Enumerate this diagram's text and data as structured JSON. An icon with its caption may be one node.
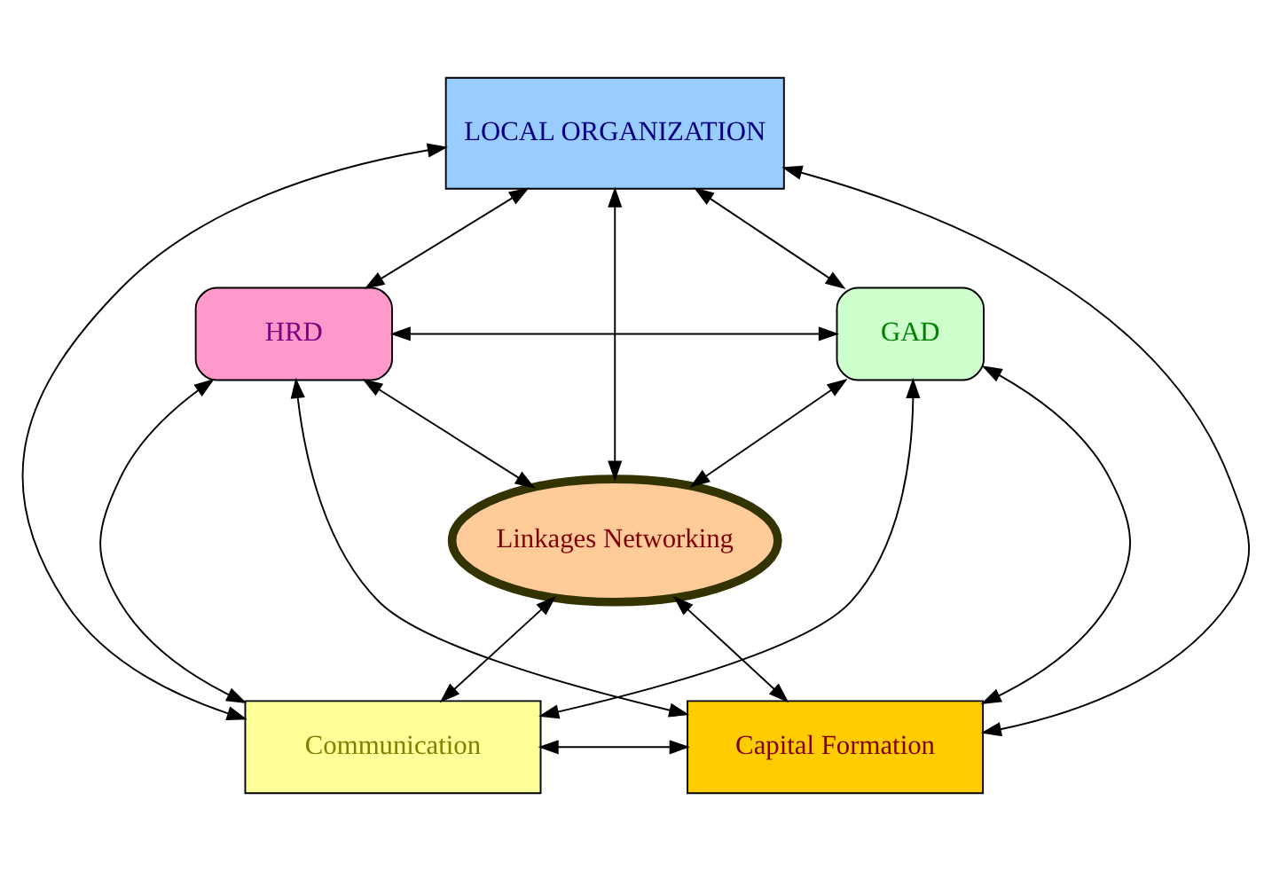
{
  "diagram": {
    "nodes": [
      {
        "text": [
          "LOCAL ORGANIZATION"
        ]
      },
      {
        "text": [
          "HRD"
        ]
      },
      {
        "text": [
          "GAD"
        ]
      },
      {
        "text": [
          "Linkages Networking"
        ]
      },
      {
        "text": [
          "Communication"
        ]
      },
      {
        "text": [
          "Capital Formation"
        ]
      }
    ],
    "edges": [
      {
        "from": 0,
        "to": 1,
        "arrow": "both"
      },
      {
        "from": 0,
        "to": 2,
        "arrow": "both"
      },
      {
        "from": 0,
        "to": 3,
        "arrow": "both"
      },
      {
        "from": 0,
        "to": 4,
        "arrow": "both"
      },
      {
        "from": 0,
        "to": 5,
        "arrow": "both"
      },
      {
        "from": 1,
        "to": 2,
        "arrow": "both"
      },
      {
        "from": 1,
        "to": 3,
        "arrow": "both"
      },
      {
        "from": 1,
        "to": 4,
        "arrow": "both"
      },
      {
        "from": 1,
        "to": 5,
        "arrow": "both"
      },
      {
        "from": 2,
        "to": 3,
        "arrow": "both"
      },
      {
        "from": 2,
        "to": 5,
        "arrow": "both"
      },
      {
        "from": 4,
        "to": 2,
        "arrow": "both"
      },
      {
        "from": 3,
        "to": 4,
        "arrow": "both"
      },
      {
        "from": 3,
        "to": 5,
        "arrow": "both"
      },
      {
        "from": 4,
        "to": 5,
        "arrow": "both"
      }
    ]
  }
}
